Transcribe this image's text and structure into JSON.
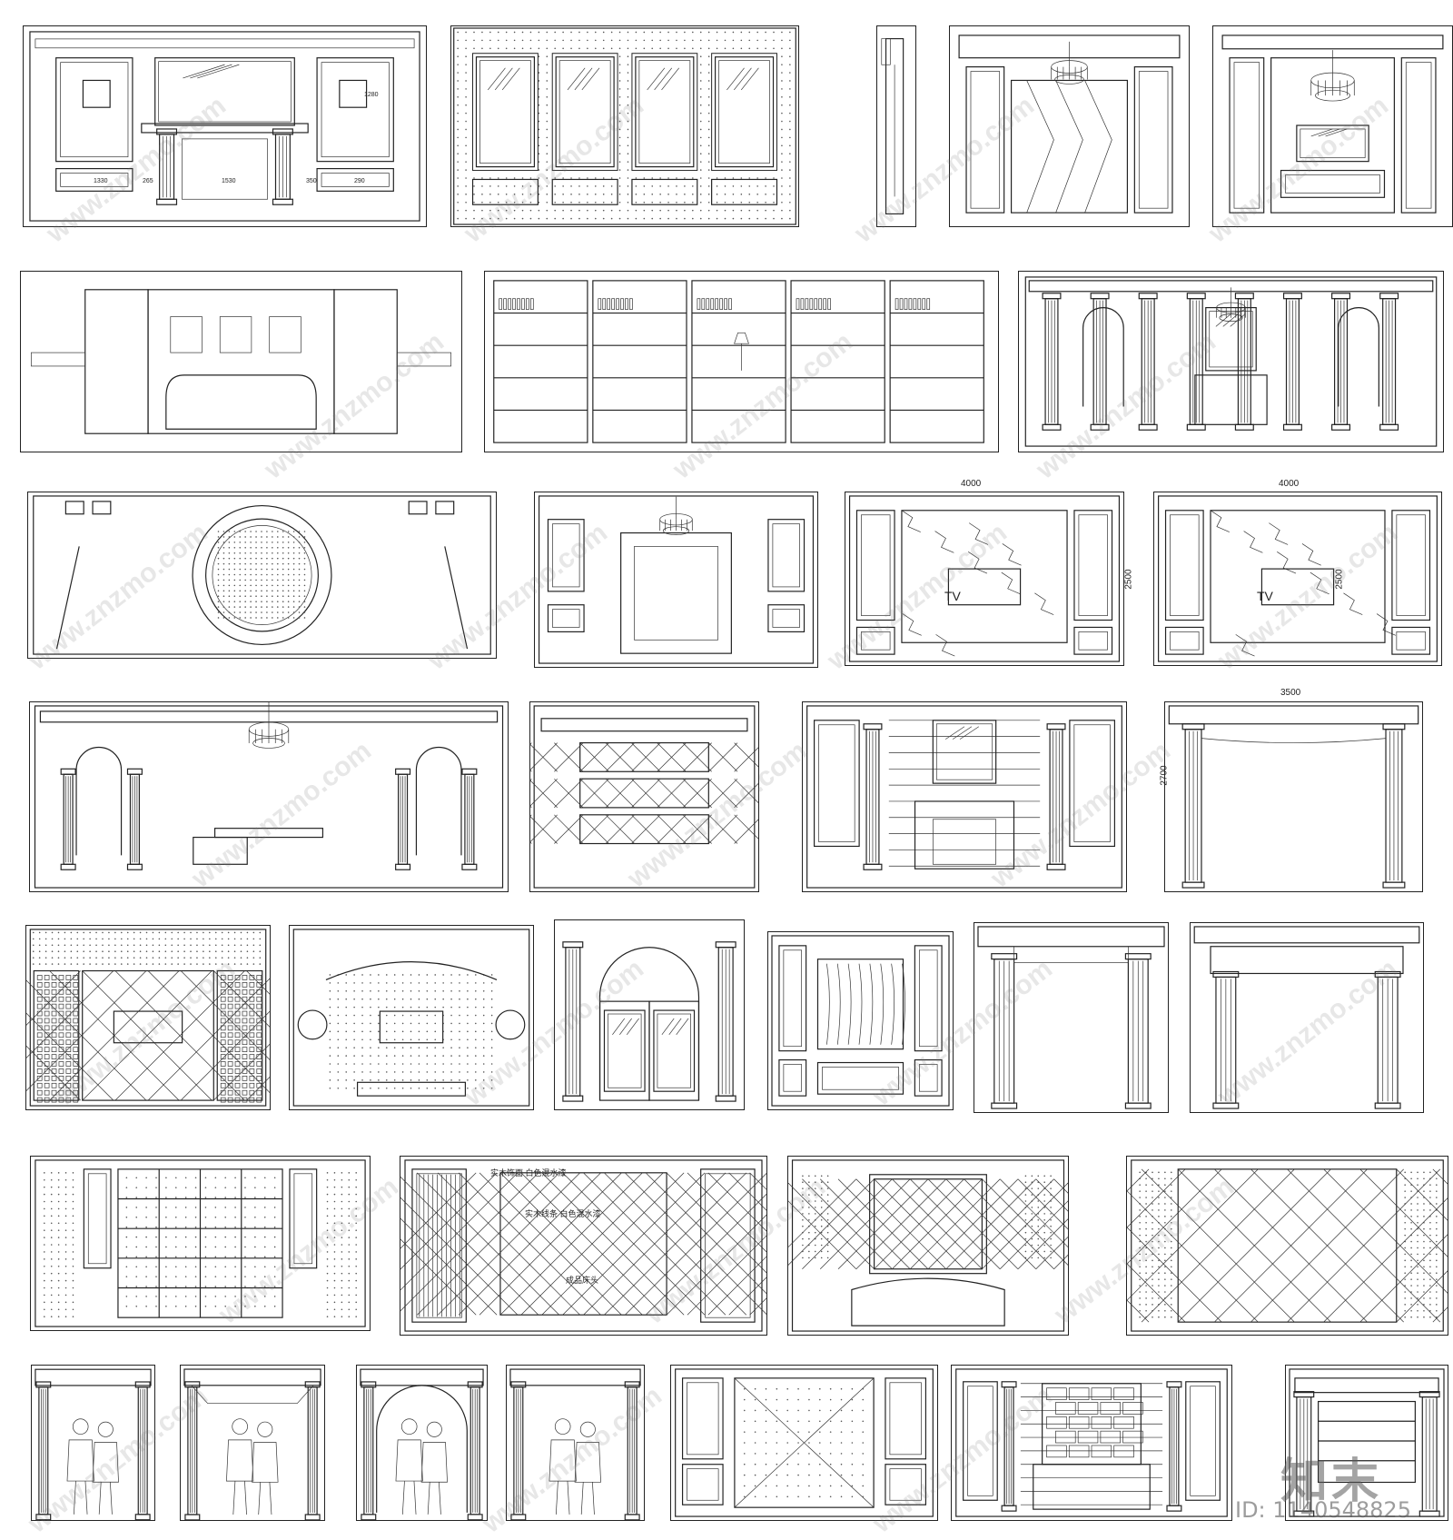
{
  "watermark": {
    "url": "www.znzmo.com",
    "logo_text": "知末",
    "image_id": "ID: 1140548825"
  },
  "dimensions": {
    "tv_wall_width_a": "4000",
    "tv_wall_width_b": "4000",
    "tv_wall_height_a": "2500",
    "tv_wall_height_b": "2500",
    "arch_width": "3500",
    "arch_height": "2700"
  },
  "labels": {
    "tv": "TV",
    "tv_b": "TV",
    "note_finish": "实木饰面 白色混水漆",
    "note_molding": "实木线条 白色混水漆",
    "note_bedhead": "成品床头"
  },
  "dim_small": {
    "fp_a": "1330",
    "fp_b": "1280",
    "fp_c": "1530",
    "fp_d": "265",
    "fp_e": "350",
    "fp_f": "290"
  }
}
